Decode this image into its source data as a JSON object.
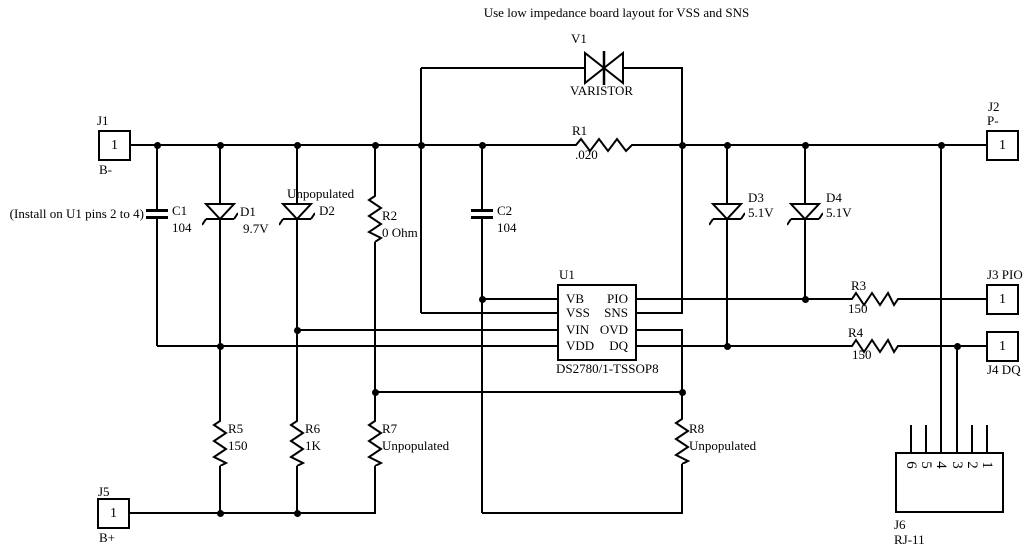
{
  "title": "Use low impedance board layout for VSS and SNS",
  "note_install": "(Install on U1 pins 2 to 4)",
  "colors": {
    "line": "#000000",
    "text": "#000000",
    "background": "#ffffff"
  },
  "components": {
    "v1": {
      "ref": "V1",
      "value": "VARISTOR"
    },
    "r1": {
      "ref": "R1",
      "value": ".020"
    },
    "r2": {
      "ref": "R2",
      "value": "0 Ohm"
    },
    "r3": {
      "ref": "R3",
      "value": "150"
    },
    "r4": {
      "ref": "R4",
      "value": "150"
    },
    "r5": {
      "ref": "R5",
      "value": "150"
    },
    "r6": {
      "ref": "R6",
      "value": "1K"
    },
    "r7": {
      "ref": "R7",
      "value": "Unpopulated"
    },
    "r8": {
      "ref": "R8",
      "value": "Unpopulated"
    },
    "c1": {
      "ref": "C1",
      "value": "104"
    },
    "c2": {
      "ref": "C2",
      "value": "104"
    },
    "d1": {
      "ref": "D1",
      "value": "9.7V"
    },
    "d2": {
      "ref": "D2",
      "note": "Unpopulated"
    },
    "d3": {
      "ref": "D3",
      "value": "5.1V"
    },
    "d4": {
      "ref": "D4",
      "value": "5.1V"
    },
    "u1": {
      "ref": "U1",
      "part": "DS2780/1-TSSOP8",
      "left_pins": [
        "VB",
        "VSS",
        "VIN",
        "VDD"
      ],
      "right_pins": [
        "PIO",
        "SNS",
        "OVD",
        "DQ"
      ]
    }
  },
  "connectors": {
    "j1": {
      "ref": "J1",
      "net": "B-",
      "pin": "1"
    },
    "j2": {
      "ref": "J2",
      "net": "P-",
      "pin": "1"
    },
    "j3": {
      "ref": "J3 PIO",
      "pin": "1"
    },
    "j4": {
      "ref": "J4 DQ",
      "pin": "1"
    },
    "j5": {
      "ref": "J5",
      "net": "B+",
      "pin": "1"
    },
    "j6": {
      "ref": "J6",
      "part": "RJ-11",
      "pins": [
        "6",
        "5",
        "4",
        "3",
        "2",
        "1"
      ]
    }
  }
}
